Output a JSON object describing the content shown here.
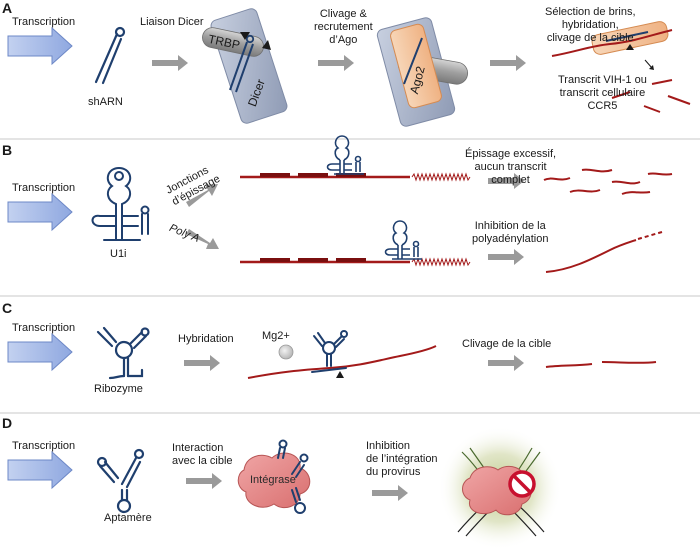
{
  "panels": [
    "A",
    "B",
    "C",
    "D"
  ],
  "rowA": {
    "transcription": "Transcription",
    "shrna": "shARN",
    "dicer_binding": "Liaison Dicer",
    "trbp": "TRBP",
    "dicer": "Dicer",
    "cleavage": "Clivage &\nrecrutement\nd’Ago",
    "ago2": "Ago2",
    "selection": "Sélection de brins,\nhybridation,\nclivage de la cible",
    "target": "Transcrit VIH-1 ou\ntranscrit cellulaire\nCCR5"
  },
  "rowB": {
    "transcription": "Transcription",
    "u1i": "U1i",
    "splice": "Jonctions\nd’épissage",
    "polya": "Poly A",
    "excess": "Épissage excessif,\naucun transcrit\ncomplet",
    "inhibition": "Inhibition de la\npolyadénylation"
  },
  "rowC": {
    "transcription": "Transcription",
    "ribozyme": "Ribozyme",
    "hybridization": "Hybridation",
    "mg": "Mg2+",
    "cleavage": "Clivage de la cible"
  },
  "rowD": {
    "transcription": "Transcription",
    "aptamer": "Aptamère",
    "interaction": "Interaction\navec la cible",
    "integrase": "Intégrase",
    "inhibition": "Inhibition\nde l’intégration\ndu provirus"
  },
  "colors": {
    "blue_arrow": "#8fa8e0",
    "gray_arrow": "#9a9a9a",
    "rna_red": "#a31a1a",
    "rna_blue": "#1f3f6e",
    "dicer_fill": "#aab4c9",
    "ago_fill": "#f2c29a",
    "integrase_fill": "#e58a8a"
  }
}
